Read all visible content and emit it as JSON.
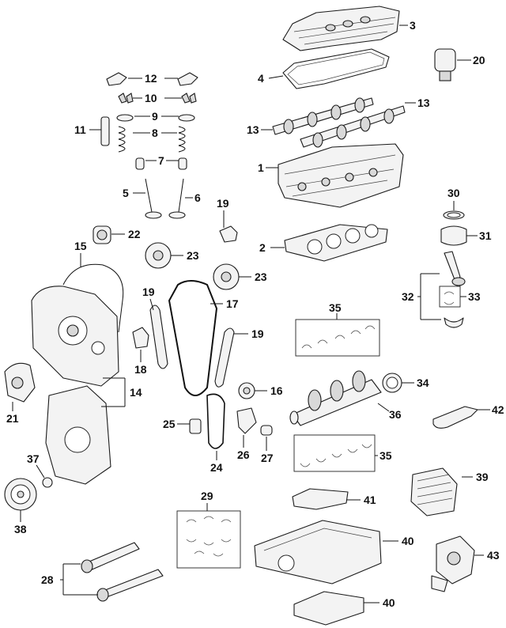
{
  "callouts": [
    {
      "id": "c1",
      "text": "1"
    },
    {
      "id": "c2",
      "text": "2"
    },
    {
      "id": "c3",
      "text": "3"
    },
    {
      "id": "c4",
      "text": "4"
    },
    {
      "id": "c5",
      "text": "5"
    },
    {
      "id": "c6",
      "text": "6"
    },
    {
      "id": "c7",
      "text": "7"
    },
    {
      "id": "c8",
      "text": "8"
    },
    {
      "id": "c9",
      "text": "9"
    },
    {
      "id": "c10",
      "text": "10"
    },
    {
      "id": "c11",
      "text": "11"
    },
    {
      "id": "c12",
      "text": "12"
    },
    {
      "id": "c13a",
      "text": "13"
    },
    {
      "id": "c13b",
      "text": "13"
    },
    {
      "id": "c14",
      "text": "14"
    },
    {
      "id": "c15",
      "text": "15"
    },
    {
      "id": "c16",
      "text": "16"
    },
    {
      "id": "c17",
      "text": "17"
    },
    {
      "id": "c18",
      "text": "18"
    },
    {
      "id": "c19a",
      "text": "19"
    },
    {
      "id": "c19b",
      "text": "19"
    },
    {
      "id": "c19c",
      "text": "19"
    },
    {
      "id": "c20",
      "text": "20"
    },
    {
      "id": "c21",
      "text": "21"
    },
    {
      "id": "c22",
      "text": "22"
    },
    {
      "id": "c23a",
      "text": "23"
    },
    {
      "id": "c23b",
      "text": "23"
    },
    {
      "id": "c24",
      "text": "24"
    },
    {
      "id": "c25",
      "text": "25"
    },
    {
      "id": "c26",
      "text": "26"
    },
    {
      "id": "c27",
      "text": "27"
    },
    {
      "id": "c28",
      "text": "28"
    },
    {
      "id": "c29",
      "text": "29"
    },
    {
      "id": "c30",
      "text": "30"
    },
    {
      "id": "c31",
      "text": "31"
    },
    {
      "id": "c32",
      "text": "32"
    },
    {
      "id": "c33",
      "text": "33"
    },
    {
      "id": "c34",
      "text": "34"
    },
    {
      "id": "c35a",
      "text": "35"
    },
    {
      "id": "c35b",
      "text": "35"
    },
    {
      "id": "c36",
      "text": "36"
    },
    {
      "id": "c37",
      "text": "37"
    },
    {
      "id": "c38",
      "text": "38"
    },
    {
      "id": "c39",
      "text": "39"
    },
    {
      "id": "c40a",
      "text": "40"
    },
    {
      "id": "c40b",
      "text": "40"
    },
    {
      "id": "c41",
      "text": "41"
    },
    {
      "id": "c42",
      "text": "42"
    },
    {
      "id": "c43",
      "text": "43"
    }
  ]
}
